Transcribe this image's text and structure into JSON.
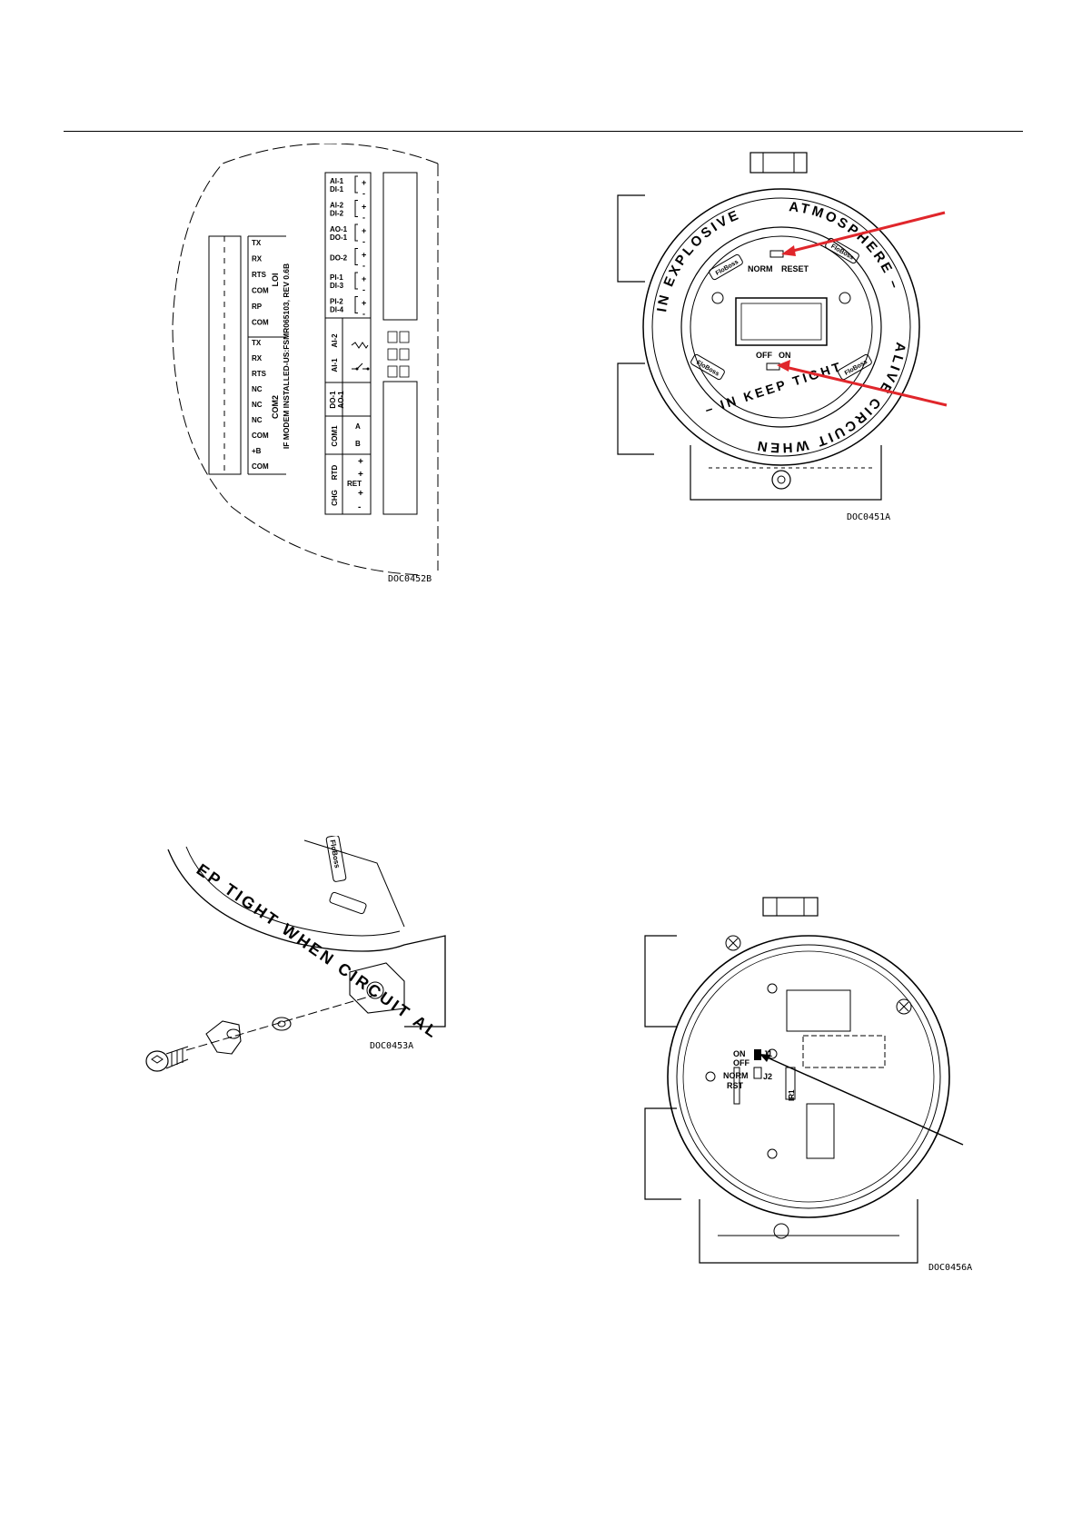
{
  "figure1": {
    "doc_id": "DOC0452B",
    "loi_label": "LOI",
    "loi_terms": [
      "TX",
      "RX",
      "RTS",
      "COM",
      "RP",
      "COM"
    ],
    "com2_label": "COM2",
    "com2_terms": [
      "TX",
      "RX",
      "RTS",
      "NC",
      "NC",
      "NC",
      "COM",
      "+B",
      "COM"
    ],
    "modem_note": "IF MODEM INSTALLED-US:FSMR065103, REV 0.6B",
    "io_groups": [
      {
        "a": "AI-1",
        "b": "DI-1"
      },
      {
        "a": "AI-2",
        "b": "DI-2"
      },
      {
        "a": "AO-1",
        "b": "DO-1"
      },
      {
        "a": "DO-2",
        "b": ""
      },
      {
        "a": "PI-1",
        "b": "DI-3"
      },
      {
        "a": "PI-2",
        "b": "DI-4"
      }
    ],
    "ai_labels": {
      "a": "AI-2",
      "b": "AI-1"
    },
    "do_labels": {
      "a": "DO-1",
      "b": "AO-1"
    },
    "com1": {
      "label": "COM1",
      "a": "A",
      "b": "B"
    },
    "rtd": {
      "label": "RTD",
      "ret": "RET"
    },
    "chg": {
      "label": "CHG"
    },
    "plus": "+",
    "minus": "-"
  },
  "figure2": {
    "doc_id": "DOC0451A",
    "switch1": {
      "left": "NORM",
      "right": "RESET"
    },
    "switch2": {
      "left": "OFF",
      "right": "ON"
    },
    "ring_top": "ATMOSPHERE –",
    "ring_left": "IN EXPLOSIVE",
    "ring_right": "ALIVE CIRCUIT WHEN",
    "ring_bottom": "– IN    KEEP TIGHT",
    "logo": "FloBoss",
    "arrow_color": "#e0262b"
  },
  "figure3": {
    "doc_id": "DOC0453A",
    "ring_text": "EP TIGHT WHEN CIRCUIT AL",
    "logo": "FloBoss"
  },
  "figure4": {
    "doc_id": "DOC0456A",
    "j1": "J1",
    "j2": "J2",
    "on": "ON",
    "off": "OFF",
    "norm": "NORM",
    "rst": "RST",
    "ir": "IR1"
  }
}
